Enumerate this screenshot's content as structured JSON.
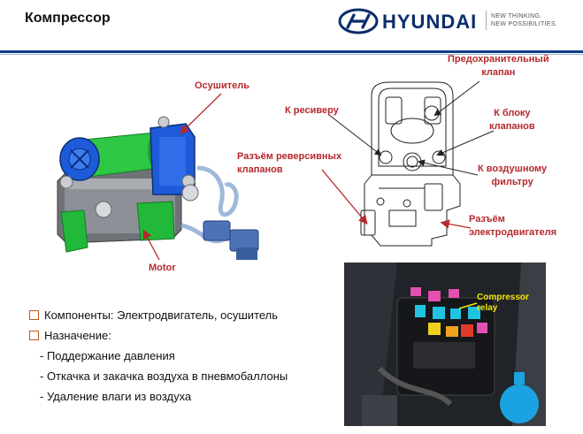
{
  "slide": {
    "title": "Компрессор"
  },
  "brand": {
    "name": "HYUNDAI",
    "tagline_line1": "NEW THINKING.",
    "tagline_line2": "NEW POSSIBILITIES."
  },
  "compressor_labels": {
    "dryer": "Осушитель",
    "motor": "Motor"
  },
  "diagram_labels": {
    "safety_valve_line1": "Предохранительный",
    "safety_valve_line2": "клапан",
    "to_receiver": "К ресиверу",
    "to_valve_block_line1": "К блоку",
    "to_valve_block_line2": "клапанов",
    "reverse_valve_connector_line1": "Разъём реверсивных",
    "reverse_valve_connector_line2": "клапанов",
    "to_air_filter_line1": "К воздушному",
    "to_air_filter_line2": "фильтру",
    "motor_connector_line1": "Разъём",
    "motor_connector_line2": "электродвигателя"
  },
  "photo_label": {
    "line1": "Compressor",
    "line2": "relay"
  },
  "bullets": {
    "components": "Компоненты: Электродвигатель, осушитель",
    "purpose": "Назначение:",
    "items": [
      "- Поддержание давления",
      "- Откачка и закачка воздуха в пневмобаллоны",
      "- Удаление влаги из воздуха"
    ]
  },
  "colors": {
    "accent_red": "#b5292c",
    "brand_blue": "#0b2d6b",
    "compressor_blue": "#1e5bd8",
    "compressor_green": "#22b83a"
  }
}
